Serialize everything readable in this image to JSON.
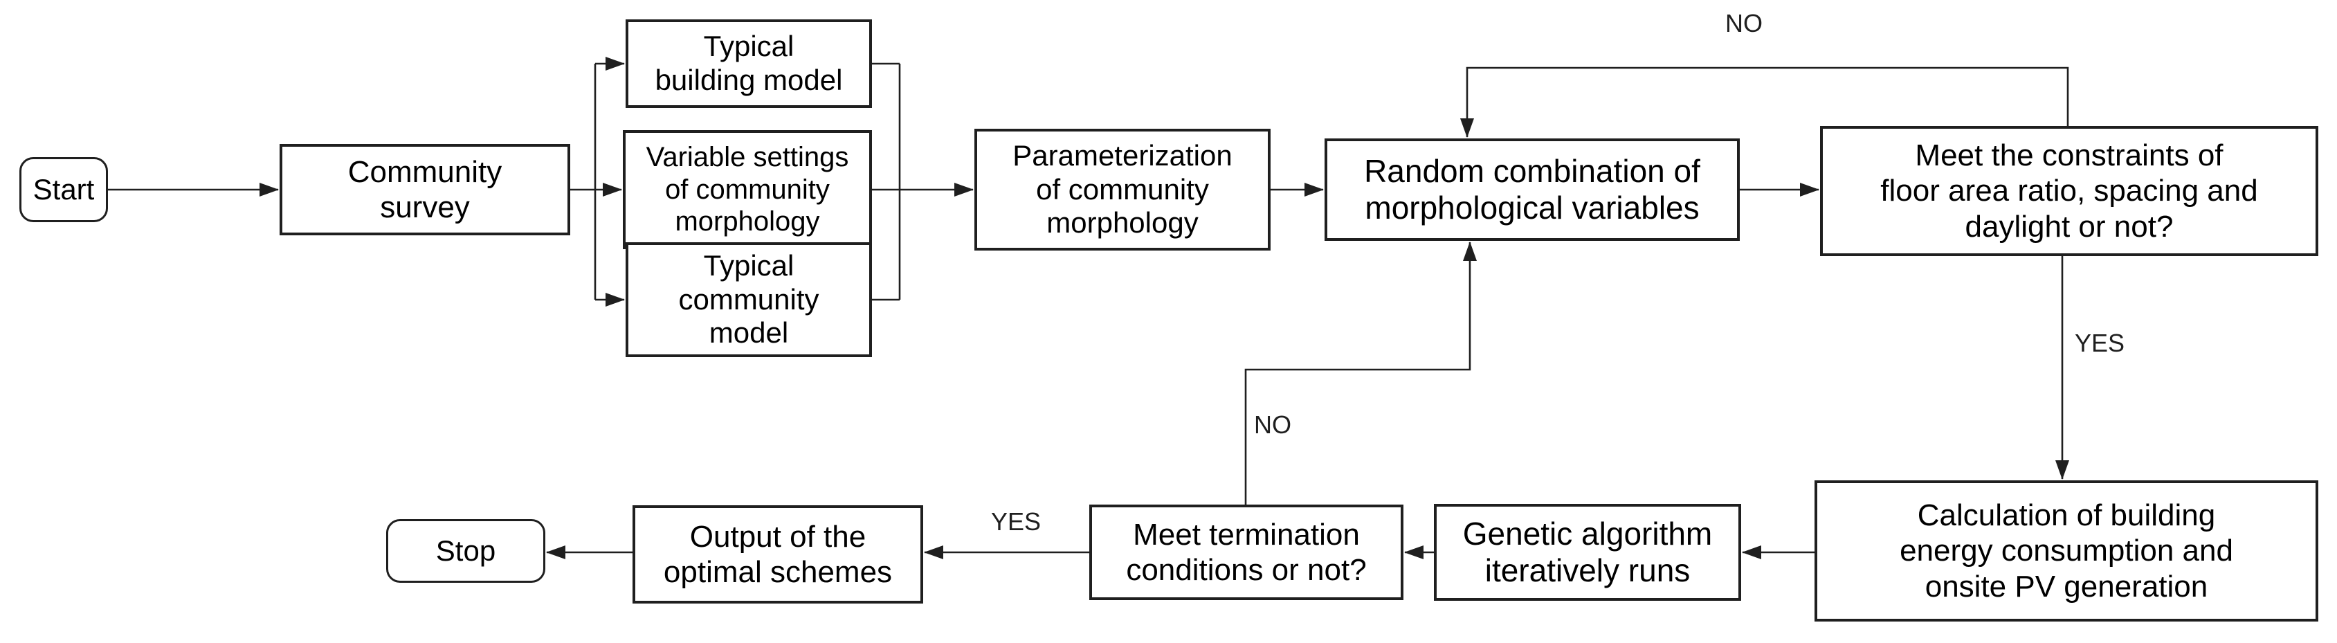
{
  "nodes": {
    "start": {
      "label": "Start"
    },
    "community_survey": {
      "label": "Community\nsurvey"
    },
    "typical_building_model": {
      "label": "Typical\nbuilding model"
    },
    "variable_settings": {
      "label": "Variable settings\nof community\nmorphology"
    },
    "typical_community_model": {
      "label": "Typical\ncommunity\nmodel"
    },
    "parameterization": {
      "label": "Parameterization\nof community\nmorphology"
    },
    "random_combination": {
      "label": "Random combination of\nmorphological variables"
    },
    "meet_constraints": {
      "label": "Meet the constraints of\nfloor area ratio, spacing and\ndaylight or not?"
    },
    "calculation": {
      "label": "Calculation of building\nenergy consumption and\nonsite PV generation"
    },
    "genetic_algorithm": {
      "label": "Genetic algorithm\niteratively runs"
    },
    "meet_termination": {
      "label": "Meet termination\nconditions or not?"
    },
    "output_optimal": {
      "label": "Output of the\noptimal schemes"
    },
    "stop": {
      "label": "Stop"
    }
  },
  "edge_labels": {
    "constraints_no": "NO",
    "constraints_yes": "YES",
    "termination_no": "NO",
    "termination_yes": "YES"
  },
  "colors": {
    "stroke": "#1f1f1f",
    "background": "#ffffff",
    "text": "#000000"
  }
}
